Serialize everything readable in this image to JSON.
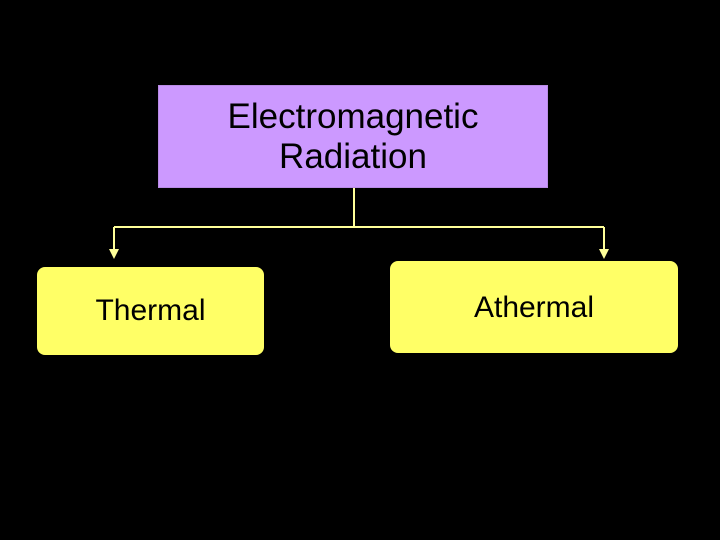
{
  "colors": {
    "background": "#000000",
    "root_fill": "#cc99ff",
    "leaf_fill": "#ffff66",
    "connector": "#ffff99",
    "text": "#000000"
  },
  "diagram": {
    "root": {
      "label": "Electromagnetic\nRadiation"
    },
    "children": [
      {
        "label": "Thermal"
      },
      {
        "label": "Athermal"
      }
    ]
  }
}
